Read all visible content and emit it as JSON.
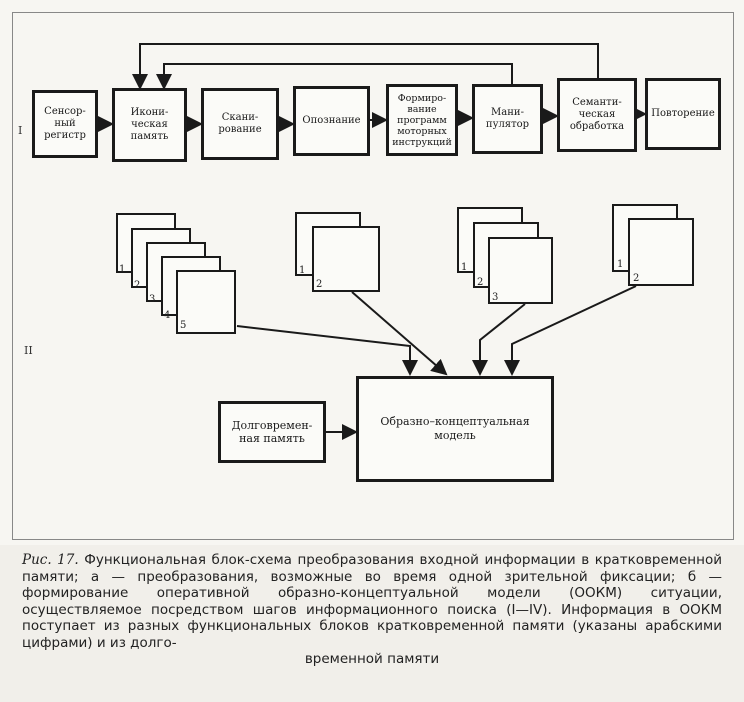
{
  "row_labels": {
    "top": "I",
    "bottom": "II"
  },
  "row1": [
    {
      "id": "sensory",
      "label": "Сенсор-\nный\nрегистр"
    },
    {
      "id": "iconic",
      "label": "Икони-\nческая\nпамять"
    },
    {
      "id": "scanning",
      "label": "Скани-\nрование"
    },
    {
      "id": "recognition",
      "label": "Опознание"
    },
    {
      "id": "motor",
      "label": "Формиро-\nвание\nпрограмм\nмоторных\nинструкций"
    },
    {
      "id": "manipulator",
      "label": "Мани-\nпулятор"
    },
    {
      "id": "semantic",
      "label": "Семанти-\nческая\nобработка"
    },
    {
      "id": "repetition",
      "label": "Повторение"
    }
  ],
  "stacks": [
    {
      "id": "stack-1",
      "numbers": [
        "1",
        "2",
        "3",
        "4",
        "5"
      ]
    },
    {
      "id": "stack-2",
      "numbers": [
        "1",
        "2"
      ]
    },
    {
      "id": "stack-3",
      "numbers": [
        "1",
        "2",
        "3"
      ]
    },
    {
      "id": "stack-4",
      "numbers": [
        "1",
        "2"
      ]
    }
  ],
  "long_term_memory": "Долговремен-\nная память",
  "model_box": "Образно–концептуальная\nмодель",
  "caption": {
    "fig": "Рис. 17.",
    "text": "Функциональная блок-схема преобразования входной информации в кратковременной памяти; а — преобразования, возможные во время одной зрительной фиксации; б — формирование оперативной образно-концептуальной модели (ООКМ) ситуации, осуществляемое посредством шагов информационного поиска (I—IV). Информация в ООКМ поступает из разных функциональных блоков кратковременной памяти (указаны арабскими цифрами) и из долго-",
    "last_line": "временной памяти"
  }
}
